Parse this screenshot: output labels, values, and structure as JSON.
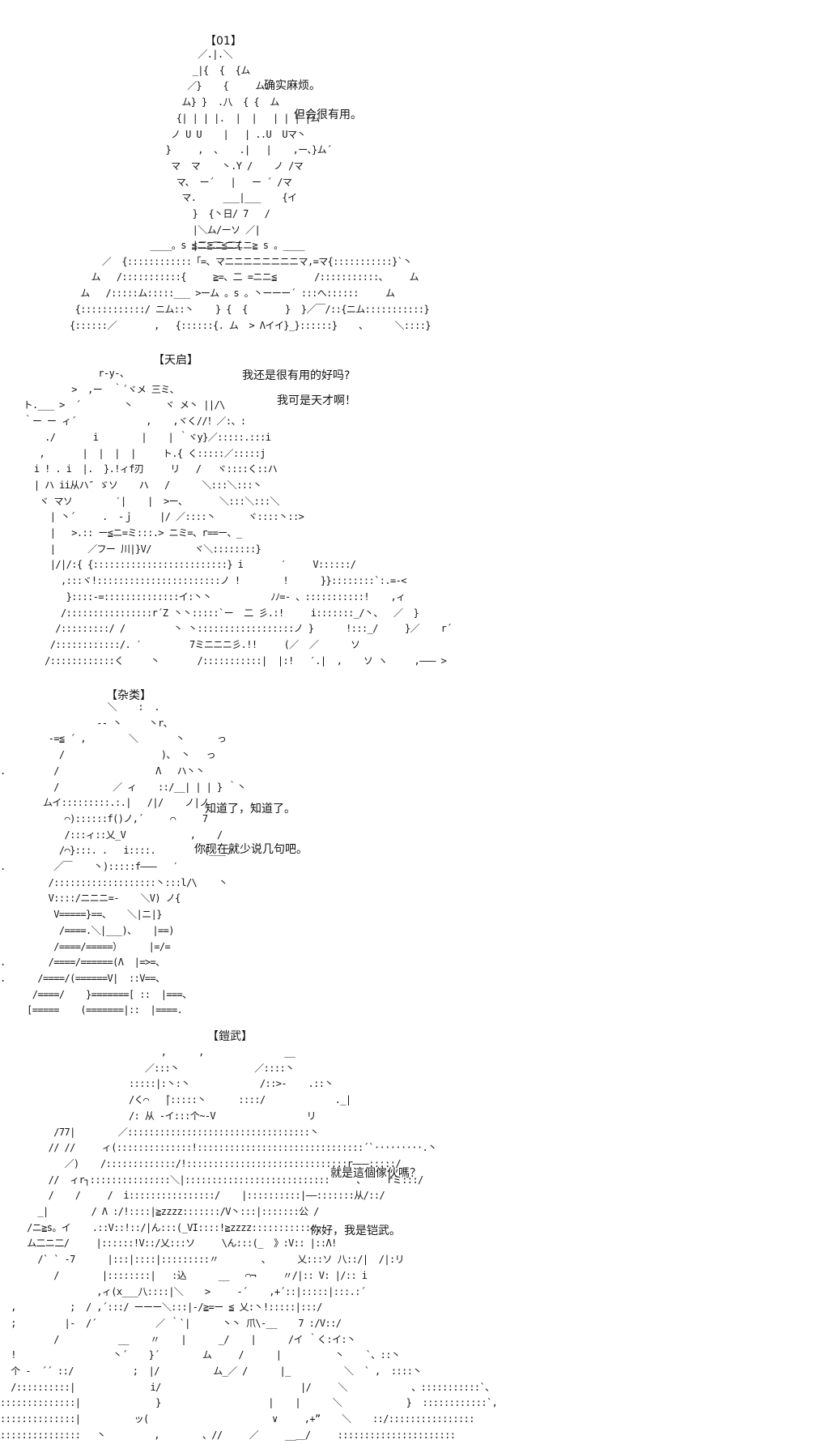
{
  "sections": [
    {
      "title": "【01】",
      "lines": [
        "确实麻烦。",
        "但会很有用。"
      ]
    },
    {
      "title": "【天启】",
      "lines": [
        "我还是很有用的好吗?",
        "我可是天才啊！"
      ]
    },
    {
      "title": "【杂类】",
      "lines": [
        "知道了，知道了。",
        "你现在就少说几句吧。"
      ]
    },
    {
      "title": "【鎧武】",
      "lines": [
        "就是這個傢伙嗎？",
        "你好，我是铠武。"
      ]
    }
  ]
}
